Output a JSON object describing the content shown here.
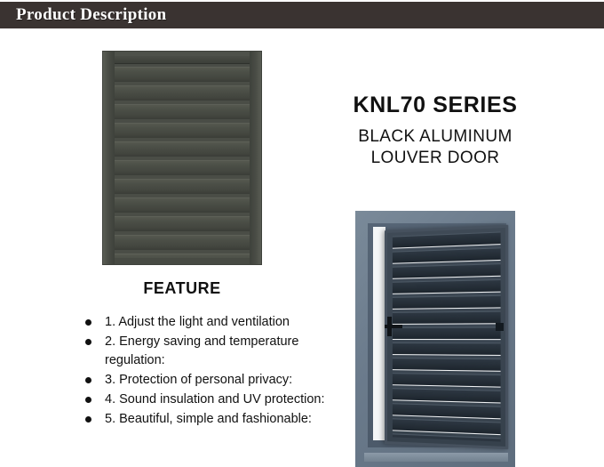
{
  "header": {
    "title": "Product Description",
    "background_color": "#3a3331",
    "text_color": "#ffffff"
  },
  "product": {
    "title_main": "KNL70 SERIES",
    "title_sub_line1": "BLACK ALUMINUM",
    "title_sub_line2": "LOUVER DOOR"
  },
  "feature": {
    "heading": "FEATURE",
    "items": [
      "1. Adjust the light and ventilation",
      "2. Energy saving and temperature regulation:",
      "3. Protection of personal privacy:",
      "4. Sound insulation and UV protection:",
      "5. Beautiful, simple and fashionable:"
    ]
  },
  "images": {
    "louver_panel": {
      "alt": "black aluminum louver panel front view",
      "frame_color": "#4a4d46",
      "slat_count": 13
    },
    "louver_door": {
      "alt": "black aluminum louver door in frame, partly open",
      "frame_color": "#6b7b8c",
      "leaf_color": "#36414c",
      "slat_count": 14
    }
  }
}
